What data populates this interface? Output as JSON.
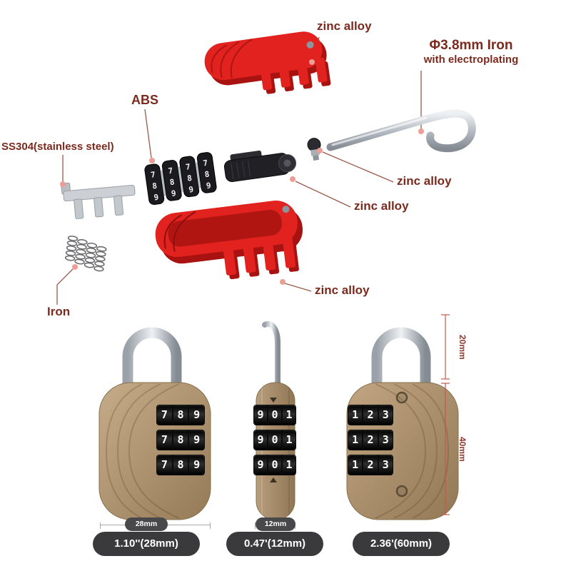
{
  "colors": {
    "label_text": "#7b2a1e",
    "part_red": "#e1221f",
    "part_red_dark": "#a81210",
    "body_tan": "#b79c7a",
    "dial_black": "#141414",
    "metal": "#b6bcc3",
    "dim_line": "#c65848",
    "pill_bg": "#3a3a3c"
  },
  "exploded": {
    "labels": {
      "zinc_top": "zinc alloy",
      "iron_shackle_1": "Φ3.8mm Iron",
      "iron_shackle_2": "with electroplating",
      "abs": "ABS",
      "ss304": "SS304(stainless steel)",
      "zinc_pin": "zinc alloy",
      "zinc_cylinder": "zinc alloy",
      "zinc_bottom": "zinc alloy",
      "iron_spring": "Iron"
    },
    "wheel_digits": [
      "7",
      "8",
      "9"
    ]
  },
  "locks": {
    "front": {
      "digits": [
        "7",
        "8",
        "9"
      ],
      "width_label": "28mm",
      "size_label": "1.10''(28mm)"
    },
    "side": {
      "digits": [
        "9",
        "0",
        "1"
      ],
      "width_label": "12mm",
      "size_label": "0.47'(12mm)"
    },
    "back": {
      "digits": [
        "1",
        "2",
        "3"
      ],
      "size_label": "2.36'(60mm)"
    }
  },
  "dimensions": {
    "shackle_height": "20mm",
    "body_height": "40mm"
  }
}
